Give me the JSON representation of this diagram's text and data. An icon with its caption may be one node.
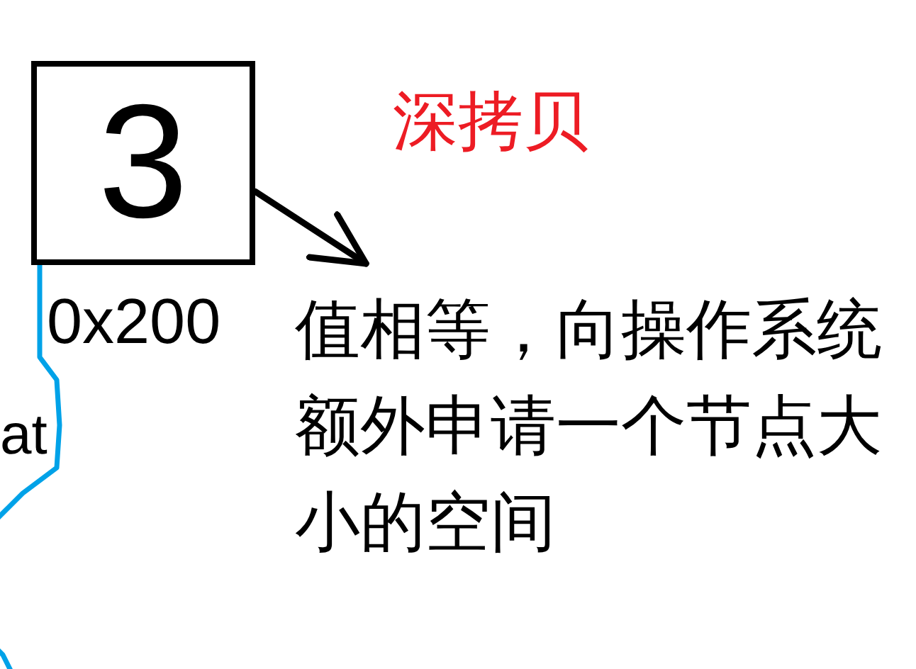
{
  "diagram": {
    "title": "深拷贝",
    "nodes": [
      {
        "text": [
          "3"
        ],
        "beside": [
          "0x200"
        ]
      },
      {
        "text": [
          "值相等，向操作系统额外申请一个节点大小的空间"
        ]
      }
    ],
    "edges": [
      {
        "from": 0,
        "to": 1,
        "arrow": "to"
      },
      {
        "from": 0,
        "to": null,
        "arrow": "none",
        "color": "#00a2e8"
      }
    ],
    "labels": [
      "at"
    ]
  }
}
